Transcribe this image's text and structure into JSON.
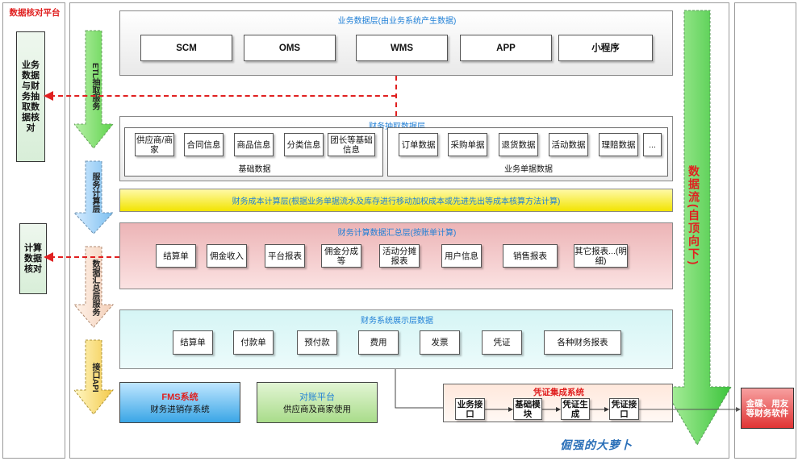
{
  "left_panel": {
    "title": "数据核对平台",
    "box1": "业务数据与财务抽取数据核对",
    "box2": "计算数据核对"
  },
  "arrows": {
    "etl": "ETL抽取服务",
    "calc": "服务计算层",
    "summary": "数据汇总层服务",
    "api": "接口API"
  },
  "layer1": {
    "title": "业务数据层(由业务系统产生数据)",
    "items": [
      "SCM",
      "OMS",
      "WMS",
      "APP",
      "小程序"
    ]
  },
  "layer2": {
    "title": "财务抽取数据层",
    "basic": {
      "items": [
        "供应商/商家",
        "合同信息",
        "商品信息",
        "分类信息",
        "团长等基础信息"
      ],
      "caption": "基础数据"
    },
    "biz": {
      "items": [
        "订单数据",
        "采购单据",
        "退货数据",
        "活动数据",
        "理赔数据",
        "..."
      ],
      "caption": "业务单据数据"
    }
  },
  "layer3": {
    "title": "财务成本计算层(根据业务单据流水及库存进行移动加权成本或先进先出等成本核算方法计算)"
  },
  "layer4": {
    "title": "财务计算数据汇总层(按账单计算)",
    "items": [
      "结算单",
      "佣金收入",
      "平台报表",
      "佣金分成等",
      "活动分摊报表",
      "用户信息",
      "销售报表",
      "其它报表...(明细)"
    ]
  },
  "layer5": {
    "title": "财务系统展示层数据",
    "items": [
      "结算单",
      "付款单",
      "预付款",
      "费用",
      "发票",
      "凭证",
      "各种财务报表"
    ]
  },
  "fms": {
    "title": "FMS系统",
    "subtitle": "财务进销存系统"
  },
  "recon": {
    "title": "对账平台",
    "subtitle": "供应商及商家使用"
  },
  "voucher": {
    "title": "凭证集成系统",
    "items": [
      "业务接口",
      "基础模块",
      "凭证生成",
      "凭证接口"
    ]
  },
  "data_flow": "数据流(自顶向下)",
  "external": "金碟、用友等财务软件",
  "watermark": "倔强的大萝卜",
  "colors": {
    "accent_blue": "#1f7fd6",
    "red": "#e02020",
    "green": "#3cc43c",
    "yellow": "#fff23a",
    "pink": "#e9a0a4",
    "cyan": "#d8f6f6"
  }
}
